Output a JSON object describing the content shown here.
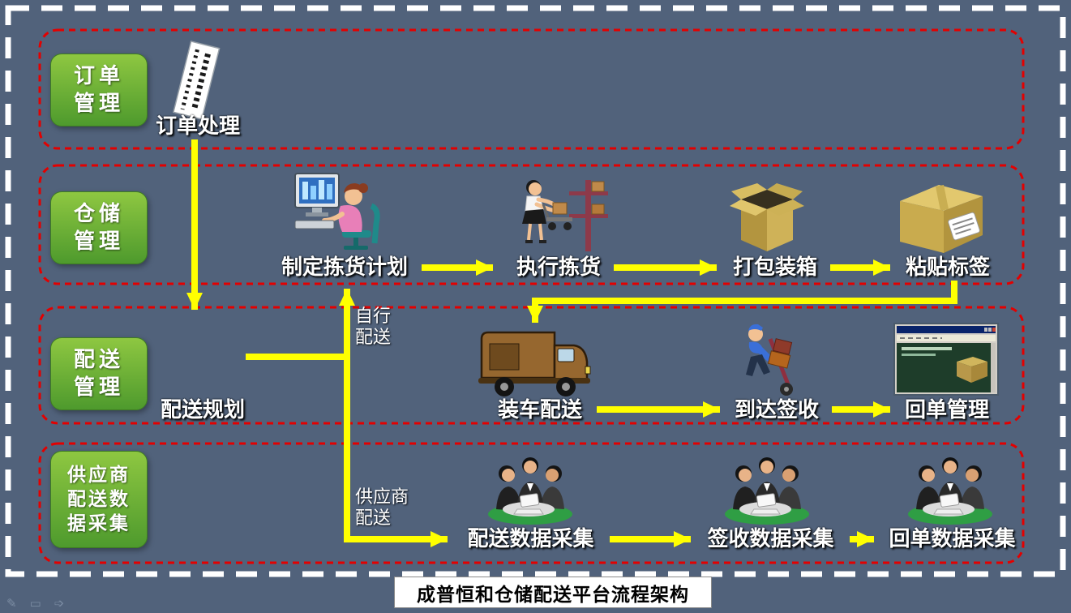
{
  "title": "成普恒和仓储配送平台流程架构",
  "colors": {
    "background": "#51627B",
    "outer_border": "#FFFFFF",
    "lane_border": "#E30000",
    "arrow": "#FFFF00",
    "lane_label_green_top": "#8EC741",
    "lane_label_green_bottom": "#4E9A2D",
    "label_text": "#FFFFFF",
    "title_background": "#FFFFFF",
    "title_text": "#000000"
  },
  "lanes": {
    "order": {
      "label": "订单\n管理"
    },
    "warehouse": {
      "label": "仓储\n管理"
    },
    "delivery": {
      "label": "配送\n管理"
    },
    "supplier_data": {
      "label": "供应商\n配送数\n据采集"
    }
  },
  "nodes": {
    "order_processing": "订单处理",
    "make_picking_plan": "制定拣货计划",
    "execute_picking": "执行拣货",
    "pack_boxes": "打包装箱",
    "paste_labels": "粘贴标签",
    "delivery_planning": "配送规划",
    "truck_delivery": "装车配送",
    "arrival_signing": "到达签收",
    "receipt_management": "回单管理",
    "delivery_data_collection": "配送数据采集",
    "signing_data_collection": "签收数据采集",
    "receipt_data_collection": "回单数据采集"
  },
  "edge_labels": {
    "self_delivery": "自行\n配送",
    "supplier_delivery": "供应商\n配送"
  },
  "presenter_toolbar": {
    "pen_icon": "✎",
    "screen_icon": "▭",
    "next_icon": "➩"
  }
}
